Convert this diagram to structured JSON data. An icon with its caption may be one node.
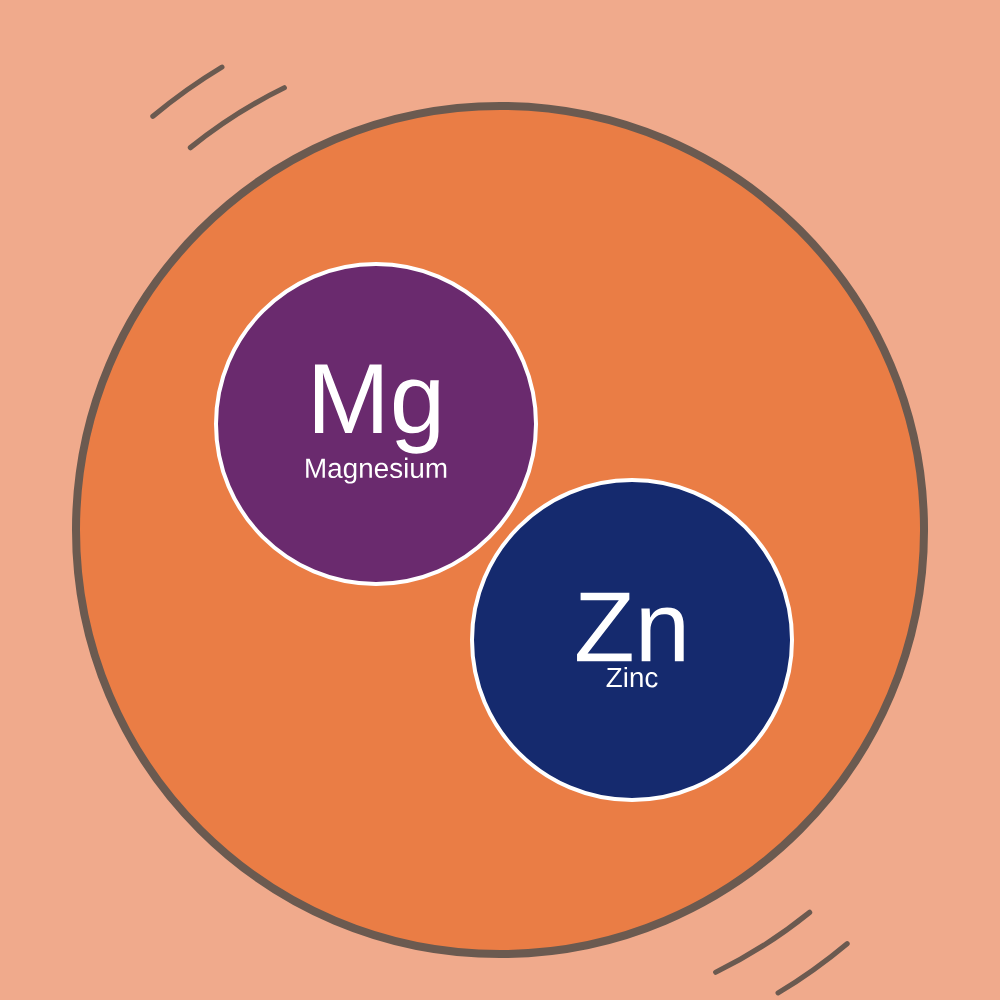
{
  "diagram": {
    "nodes": [
      {
        "text": [],
        "shape": "circle"
      },
      {
        "text": [
          "Mg",
          "Magnesium"
        ],
        "in": 0
      },
      {
        "text": [
          "Zn",
          "Zinc"
        ],
        "in": 0
      }
    ]
  }
}
